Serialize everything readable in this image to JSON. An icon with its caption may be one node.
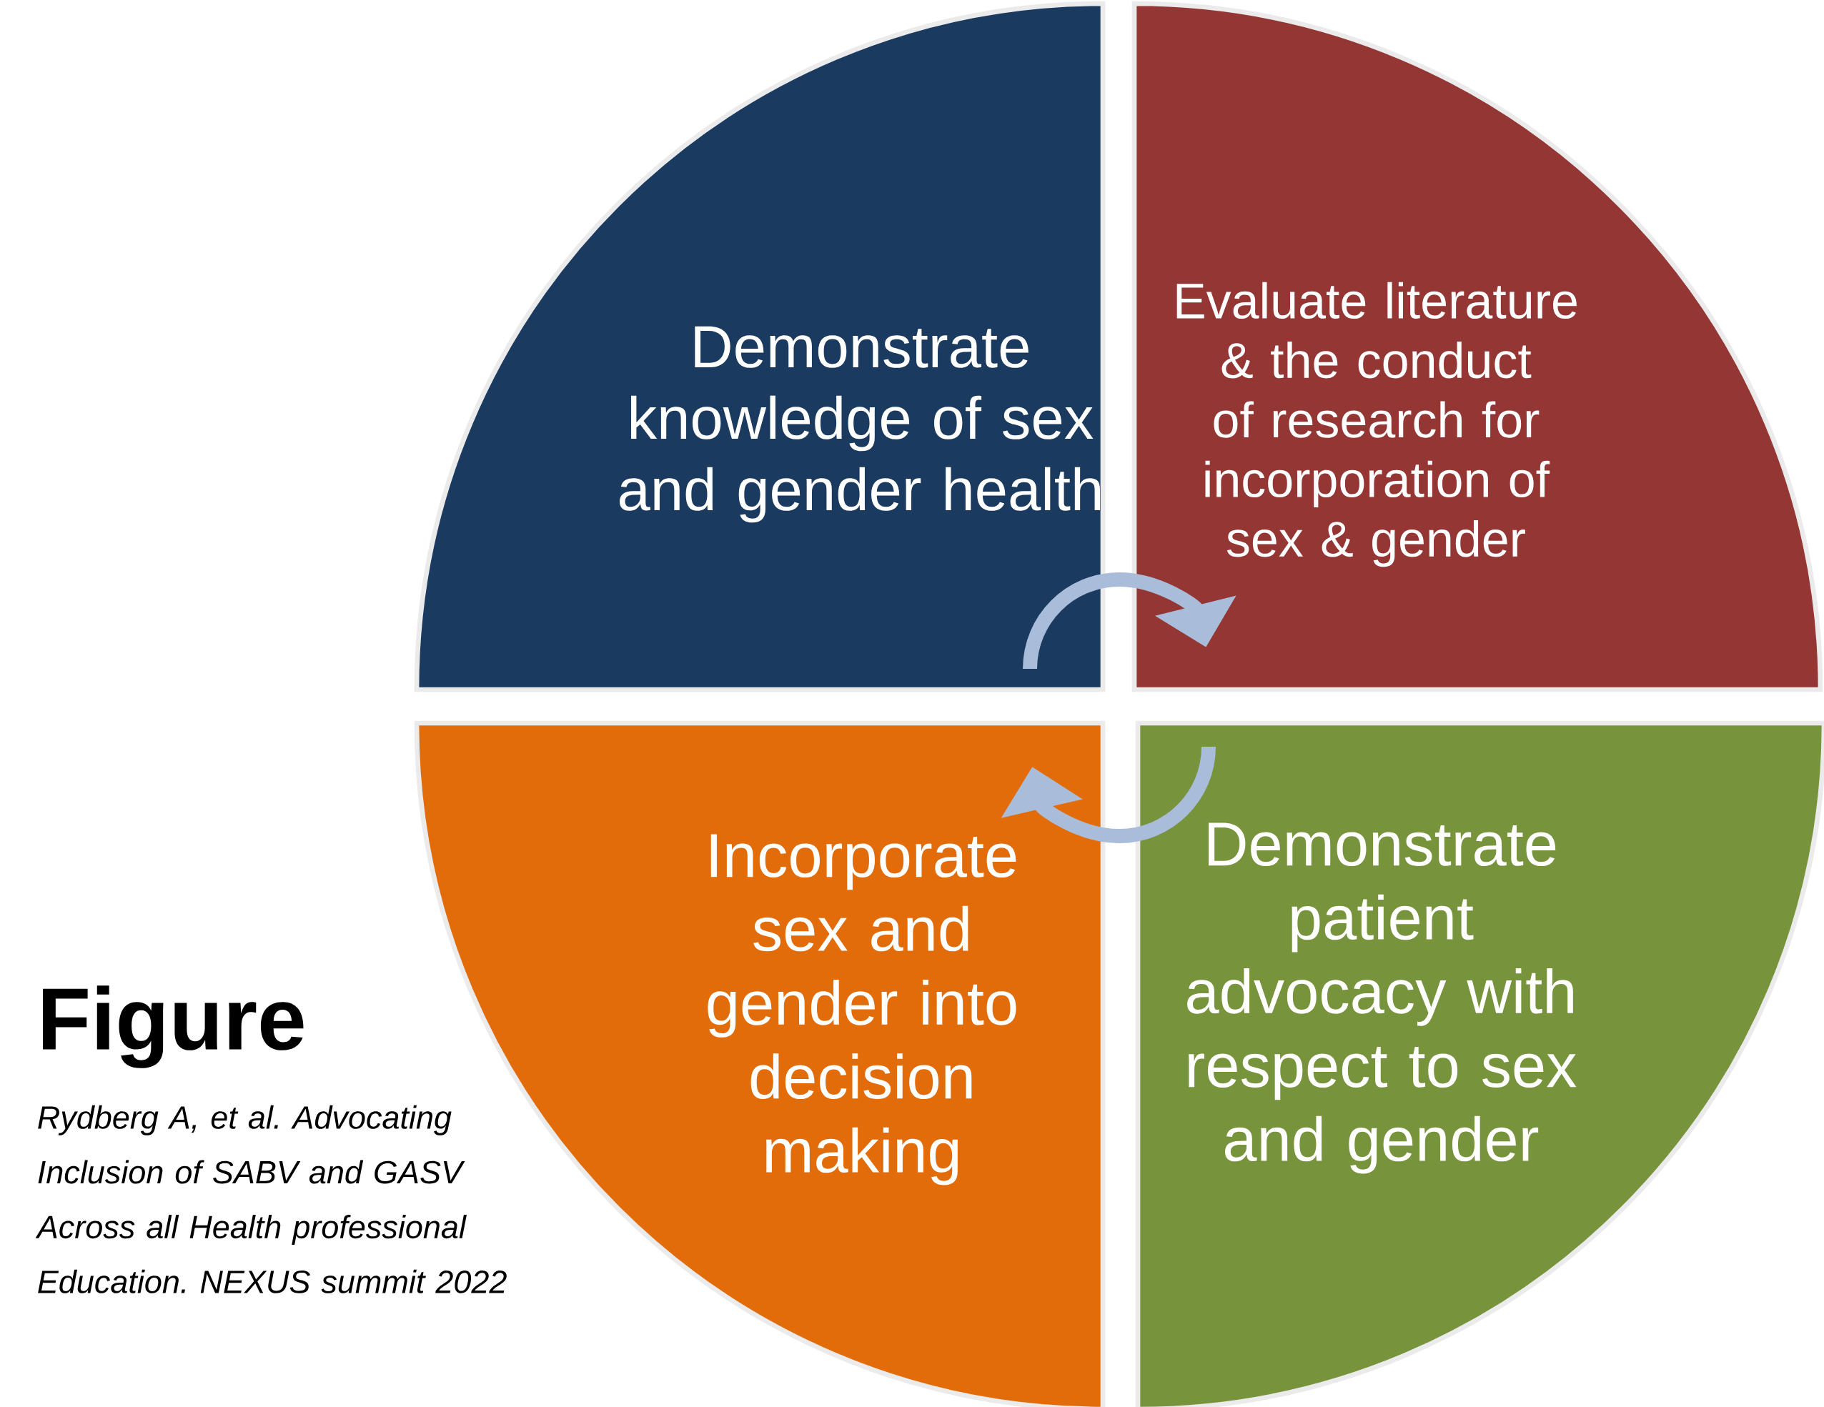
{
  "diagram": {
    "title": "Figure",
    "caption": "Rydberg A, et al. Advocating Inclusion of SABV and GASV Across all Health professional Education. NEXUS summit 2022",
    "nodes": [
      {
        "text": [
          "Demonstrate knowledge of sex and gender health"
        ]
      },
      {
        "text": [
          "Evaluate literature & the conduct of research for incorporation of sex & gender"
        ]
      },
      {
        "text": [
          "Incorporate sex and gender into decision making"
        ]
      },
      {
        "text": [
          "Demonstrate patient advocacy with respect to sex and gender"
        ]
      }
    ],
    "edges": [
      {
        "from": 0,
        "to": 1,
        "arrow": "to"
      },
      {
        "from": 3,
        "to": 2,
        "arrow": "to"
      }
    ]
  }
}
